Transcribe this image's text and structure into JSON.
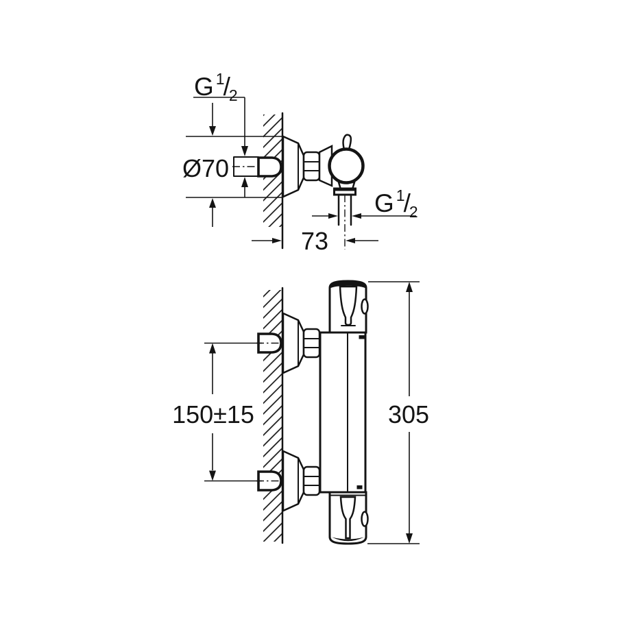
{
  "drawing": {
    "background_color": "#ffffff",
    "line_color": "#141414",
    "views": {
      "top": {
        "inlet_thread_label": {
          "letter": "G",
          "numerator": "1",
          "slash": "/",
          "denominator": "2"
        },
        "escutcheon_diameter_label": "Ø70",
        "outlet_thread_label": {
          "letter": "G",
          "numerator": "1",
          "slash": "/",
          "denominator": "2"
        },
        "wall_to_outlet_label": "73"
      },
      "front": {
        "connection_spacing_label": "150±15",
        "overall_height_label": "305"
      }
    }
  }
}
